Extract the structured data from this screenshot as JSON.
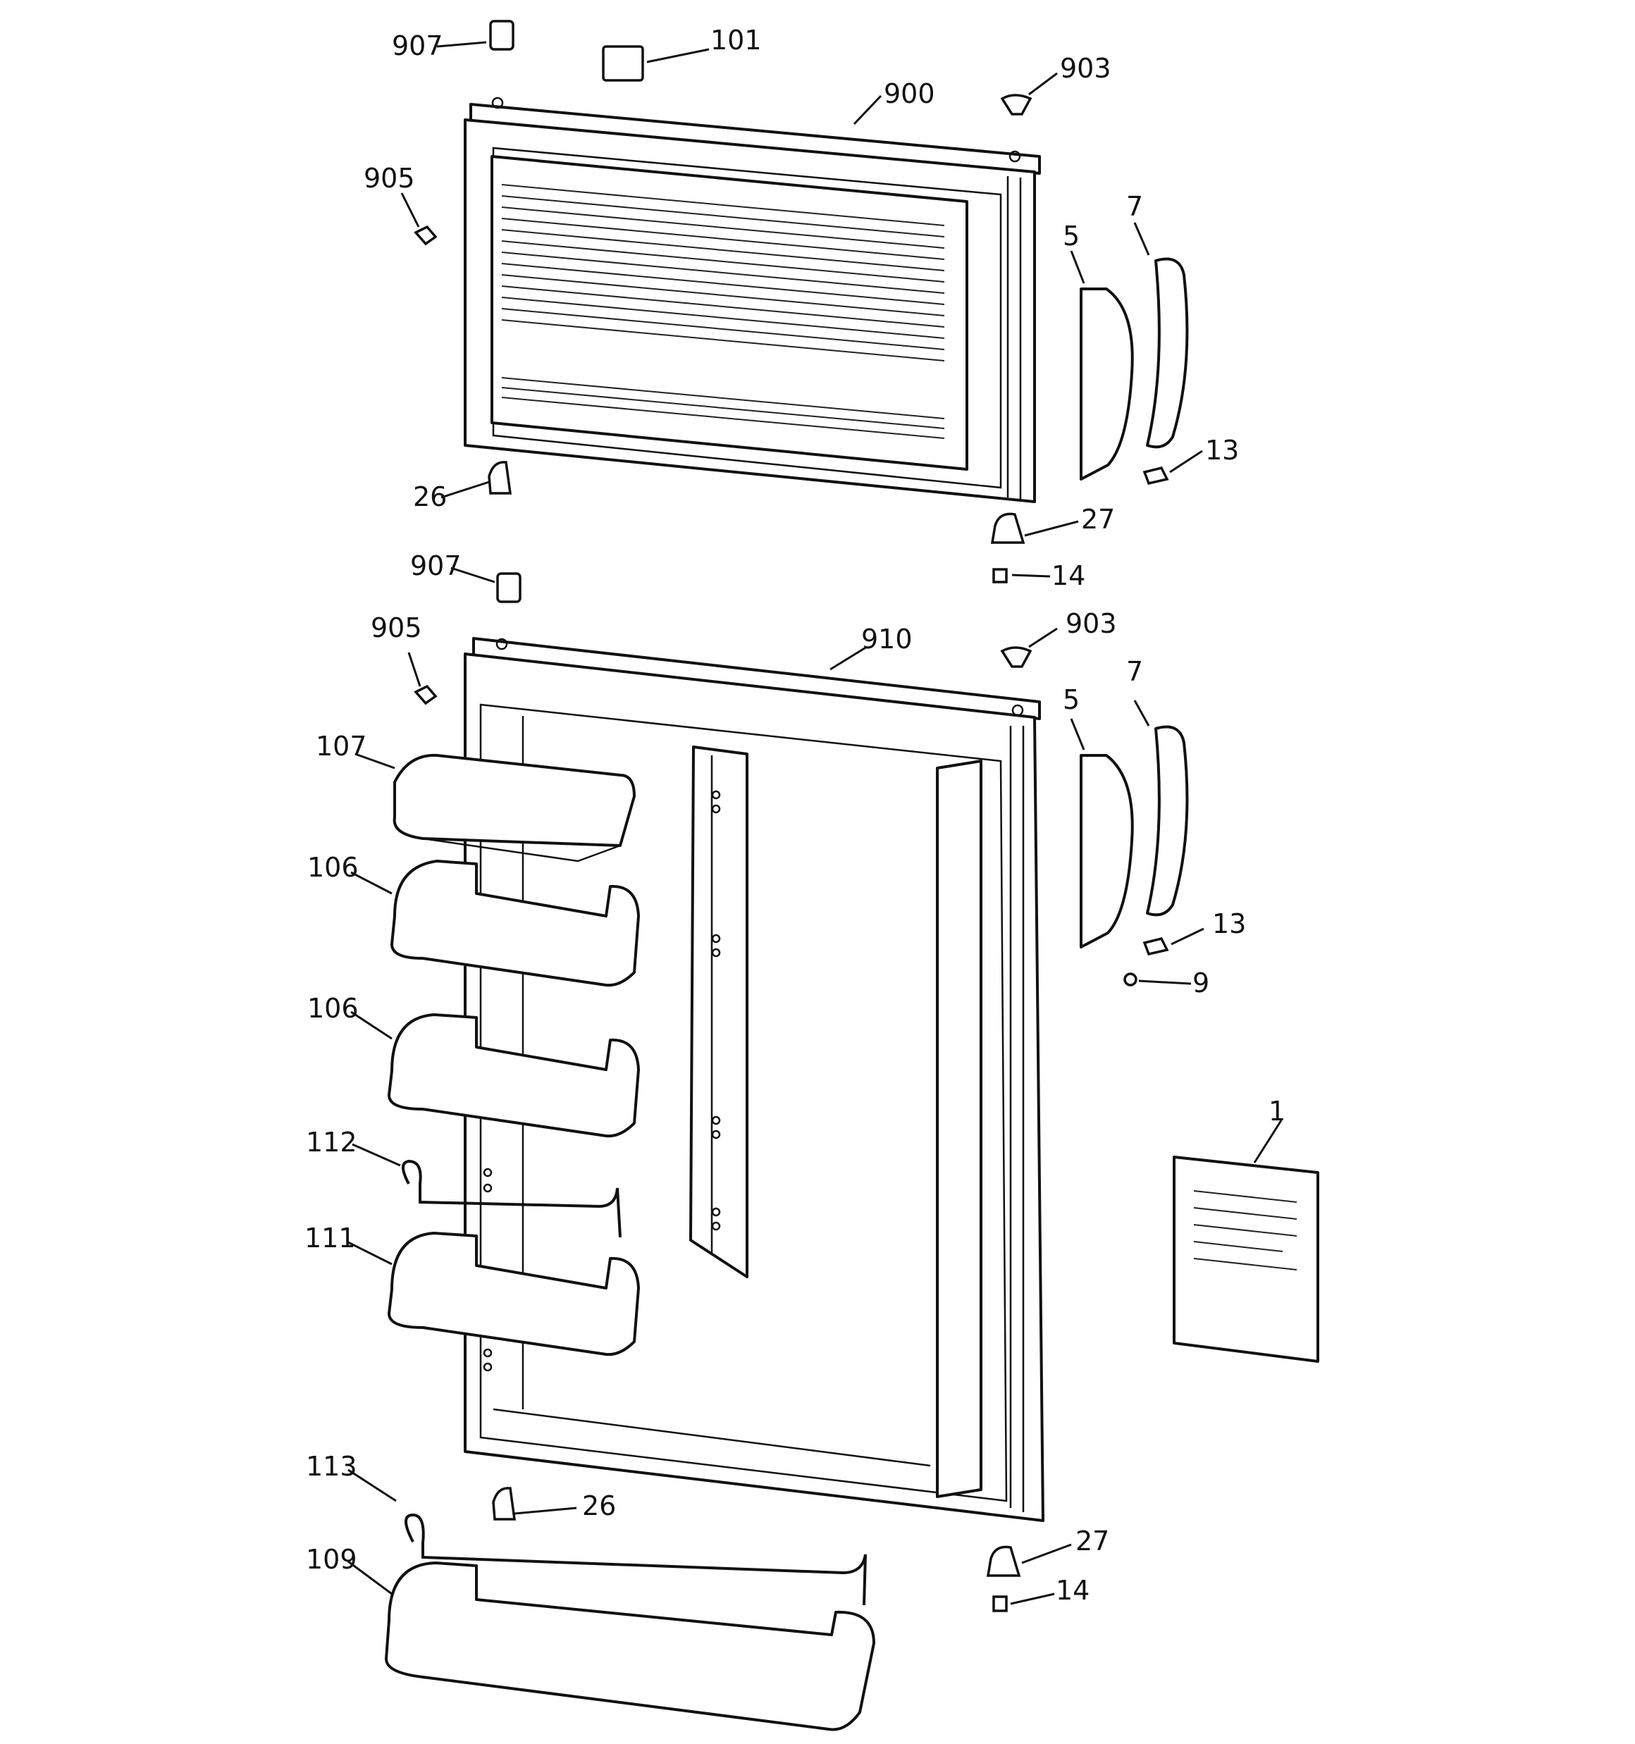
{
  "diagram": {
    "callouts": {
      "c907a": "907",
      "c101": "101",
      "c900": "900",
      "c903a": "903",
      "c905a": "905",
      "c7a": "7",
      "c5a": "5",
      "c13a": "13",
      "c26a": "26",
      "c27a": "27",
      "c14a": "14",
      "c907b": "907",
      "c905b": "905",
      "c910": "910",
      "c903b": "903",
      "c7b": "7",
      "c5b": "5",
      "c107": "107",
      "c106a": "106",
      "c106b": "106",
      "c13b": "13",
      "c9": "9",
      "c1": "1",
      "c112": "112",
      "c111": "111",
      "c113": "113",
      "c26b": "26",
      "c27b": "27",
      "c109": "109",
      "c14b": "14"
    }
  }
}
